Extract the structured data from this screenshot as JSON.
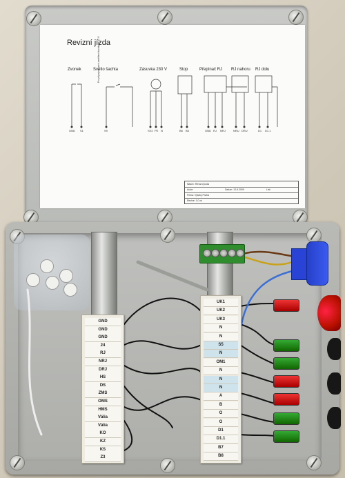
{
  "photo": {
    "subject": "Opened electrical enclosure with wiring diagram on lid"
  },
  "document": {
    "title": "Revizní jízda",
    "sections": {
      "zvonek": "Zvonek",
      "svetlo": "Světlo šachta",
      "zasuvka": "Zásuvka 230 V",
      "stop": "Stop",
      "prepinac": "Přepínač RJ",
      "nahoru": "RJ nahoru",
      "dolu": "RJ dolu"
    },
    "terminals": {
      "t1": "GND",
      "t2": "S1",
      "t3": "S9",
      "t4": "SV2",
      "t5": "PE",
      "t6": "N",
      "t7": "B6",
      "t8": "B5",
      "t9": "GND",
      "t10": "RJ",
      "t11": "NRJ",
      "t12": "NRU",
      "t13": "DRU",
      "t14": "D1",
      "t15": "D1.1"
    },
    "vertical_note": "Pro připojení: není osvětlení šachty se 12 V",
    "title_block": {
      "r1": "Název: Revizní jízda",
      "r2a": "Autor:",
      "r2b": "Datum: 12.6.2009",
      "r2c": "List:",
      "r3": "Firma: Výtahy Praha",
      "r4": "Revize: 1.0 cs"
    }
  },
  "left_block": [
    "GND",
    "GND",
    "GND",
    "24",
    "RJ",
    "NRJ",
    "DRJ",
    "HS",
    "DS",
    "ZMS",
    "OMS",
    "HMS",
    "Vália",
    "Vália",
    "KO",
    "KZ",
    "KS",
    "Z3"
  ],
  "right_block": [
    "UK1",
    "UK2",
    "UK3",
    "N",
    "N",
    "S5",
    "N",
    "OM1",
    "N",
    "N",
    "N",
    "A",
    "B",
    "O",
    "O",
    "D1",
    "D1.1",
    "B7",
    "B8"
  ],
  "colors": {
    "enclosure": "#b9bab6",
    "busbar": "#2f8d2d",
    "estop": "#cc1122",
    "socket": "#3355e0"
  }
}
